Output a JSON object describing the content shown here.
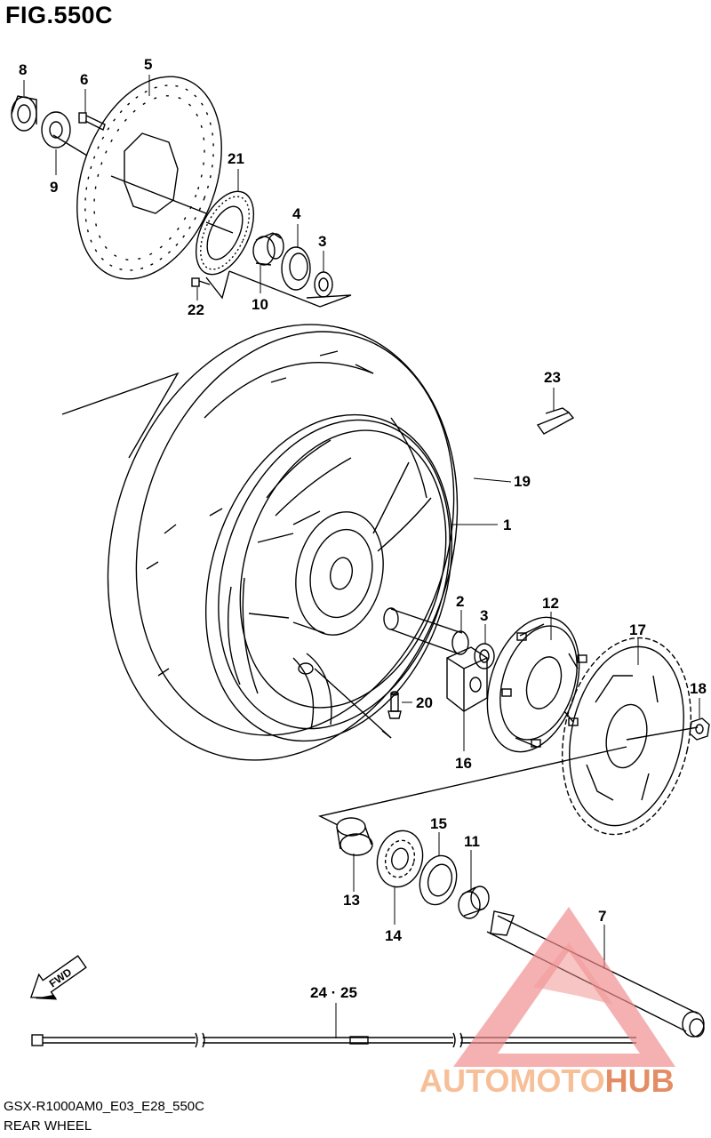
{
  "figure": {
    "title": "FIG.550C",
    "code": "GSX-R1000AM0_E03_E28_550C",
    "name": "REAR WHEEL"
  },
  "callouts": [
    {
      "id": "p8",
      "text": "8"
    },
    {
      "id": "p6",
      "text": "6"
    },
    {
      "id": "p5",
      "text": "5"
    },
    {
      "id": "p9",
      "text": "9"
    },
    {
      "id": "p21",
      "text": "21"
    },
    {
      "id": "p4",
      "text": "4"
    },
    {
      "id": "p3a",
      "text": "3"
    },
    {
      "id": "p22",
      "text": "22"
    },
    {
      "id": "p10",
      "text": "10"
    },
    {
      "id": "p23",
      "text": "23"
    },
    {
      "id": "p19",
      "text": "19"
    },
    {
      "id": "p1",
      "text": "1"
    },
    {
      "id": "p2",
      "text": "2"
    },
    {
      "id": "p3b",
      "text": "3"
    },
    {
      "id": "p12",
      "text": "12"
    },
    {
      "id": "p17",
      "text": "17"
    },
    {
      "id": "p18",
      "text": "18"
    },
    {
      "id": "p20",
      "text": "20"
    },
    {
      "id": "p16",
      "text": "16"
    },
    {
      "id": "p15",
      "text": "15"
    },
    {
      "id": "p11",
      "text": "11"
    },
    {
      "id": "p7",
      "text": "7"
    },
    {
      "id": "p13",
      "text": "13"
    },
    {
      "id": "p14",
      "text": "14"
    },
    {
      "id": "p2425",
      "text": "24 · 25"
    }
  ],
  "fwd_arrow": {
    "text": "FWD"
  },
  "watermark": {
    "part1": "AUTOMOTO",
    "part2": "HUB",
    "color1": "#f5b486",
    "color2": "#e07a4a",
    "triangle_color": "#f08c8c"
  }
}
